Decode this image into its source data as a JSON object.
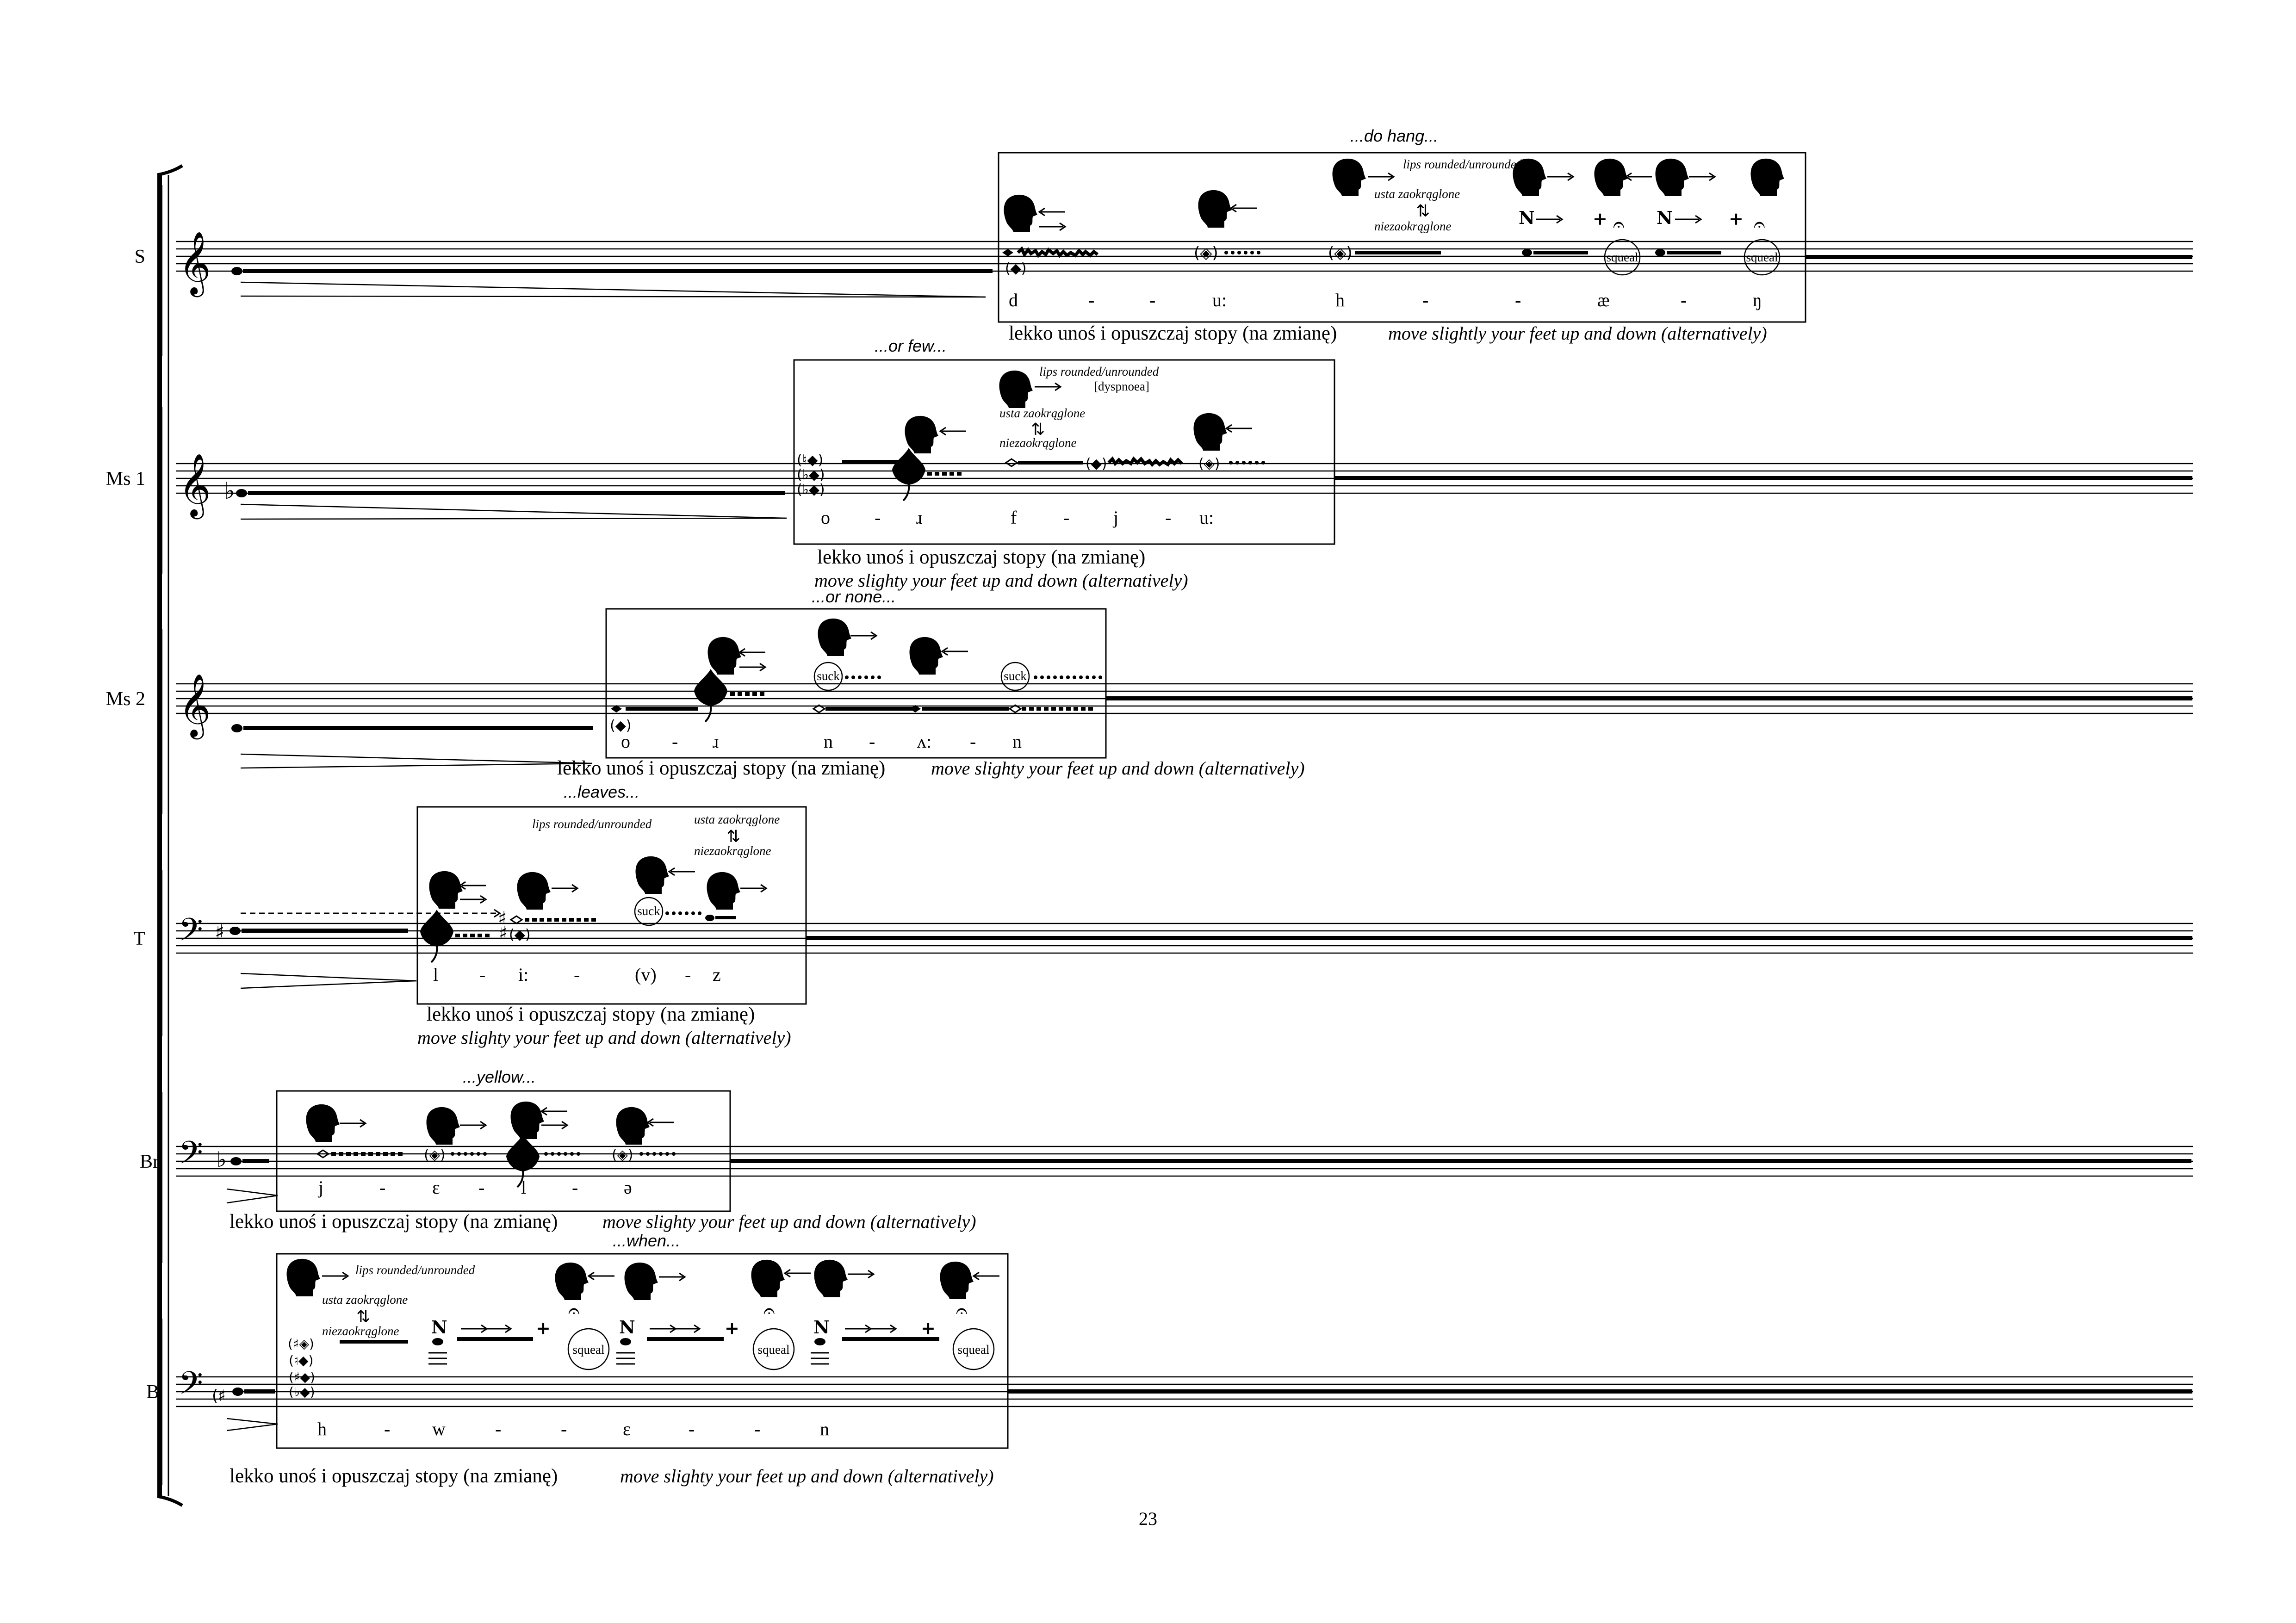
{
  "page_number": "23",
  "voices": [
    {
      "name": "S",
      "word": "...do hang...",
      "syllables": [
        "d",
        "-",
        "-",
        "u:",
        "h",
        "-",
        "-",
        "æ",
        "-",
        "ŋ"
      ],
      "instruction_pl": "lekko unoś i opuszczaj stopy (na zmianę)",
      "instruction_en": "move slightly your feet up and down (alternatively)",
      "mouth_en": "lips rounded/unrounded",
      "mouth_pl_top": "usta zaokrąglone",
      "mouth_pl_bottom": "niezaokrąglone",
      "effect": "squeal"
    },
    {
      "name": "Ms 1",
      "word": "...or few...",
      "syllables": [
        "o",
        "-",
        "ɹ",
        "f",
        "-",
        "j",
        "-",
        "u:"
      ],
      "instruction_pl": "lekko unoś i opuszczaj stopy (na zmianę)",
      "instruction_en": "move slighty your feet up and down (alternatively)",
      "mouth_en": "lips rounded/unrounded",
      "mouth_pl_top": "usta zaokrąglone",
      "mouth_pl_bottom": "niezaokrąglone",
      "dyspnoea": "[dyspnoea]"
    },
    {
      "name": "Ms 2",
      "word": "...or none...",
      "syllables": [
        "o",
        "-",
        "ɹ",
        "n",
        "-",
        "ʌ:",
        "-",
        "n"
      ],
      "instruction_pl": "lekko unoś i opuszczaj stopy (na zmianę)",
      "instruction_en": "move slighty your feet up and down (alternatively)",
      "effect": "suck"
    },
    {
      "name": "T",
      "word": "...leaves...",
      "syllables": [
        "l",
        "-",
        "i:",
        "-",
        "(v)",
        "-",
        "z"
      ],
      "instruction_pl": "lekko unoś i opuszczaj stopy (na zmianę)",
      "instruction_en": "move slighty your feet up and down (alternatively)",
      "mouth_en": "lips rounded/unrounded",
      "mouth_pl_top": "usta zaokrąglone",
      "mouth_pl_bottom": "niezaokrąglone",
      "effect": "suck"
    },
    {
      "name": "Br",
      "word": "...yellow...",
      "syllables": [
        "j",
        "-",
        "ɛ",
        "-",
        "l",
        "-",
        "ə"
      ],
      "instruction_pl": "lekko unoś i opuszczaj stopy (na zmianę)",
      "instruction_en": "move slighty your feet up and down (alternatively)"
    },
    {
      "name": "B",
      "word": "...when...",
      "syllables": [
        "h",
        "-",
        "w",
        "-",
        "-",
        "ɛ",
        "-",
        "-",
        "n"
      ],
      "instruction_pl": "lekko unoś i opuszczaj stopy (na zmianę)",
      "instruction_en": "move slighty your feet up and down (alternatively)",
      "mouth_en": "lips rounded/unrounded",
      "mouth_pl_top": "usta zaokrąglone",
      "mouth_pl_bottom": "niezaokrąglone",
      "effect": "squeal"
    }
  ],
  "symbols": {
    "n_mark": "N",
    "plus": "+",
    "fermata": "𝄐",
    "suck": "suck",
    "squeal": "squeal"
  }
}
